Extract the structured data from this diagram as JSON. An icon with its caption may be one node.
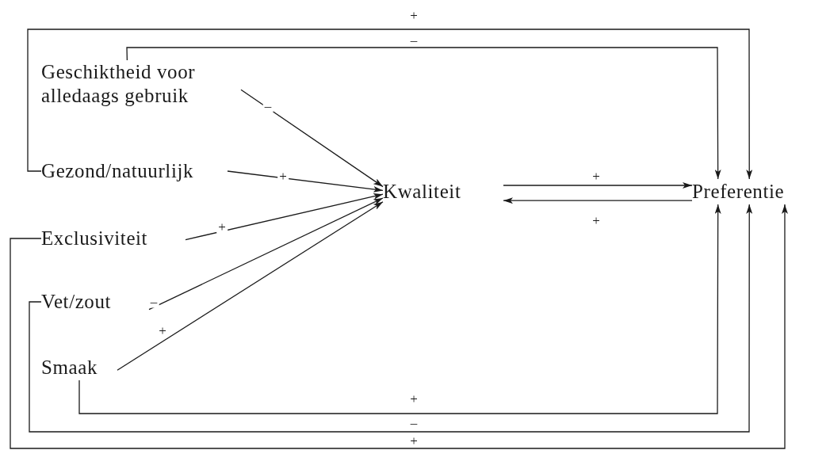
{
  "diagram": {
    "nodes": [
      {
        "text": [
          "Geschiktheid voor alledaags gebruik"
        ]
      },
      {
        "text": [
          "Gezond/natuurlijk"
        ]
      },
      {
        "text": [
          "Exclusiviteit"
        ]
      },
      {
        "text": [
          "Vet/zout"
        ]
      },
      {
        "text": [
          "Smaak"
        ]
      },
      {
        "text": [
          "Kwaliteit"
        ]
      },
      {
        "text": [
          "Preferentie"
        ]
      }
    ],
    "edges": [
      {
        "from": 0,
        "to": 5,
        "arrow": "to",
        "label": "–"
      },
      {
        "from": 1,
        "to": 5,
        "arrow": "to",
        "label": "+"
      },
      {
        "from": 2,
        "to": 5,
        "arrow": "to",
        "label": "+"
      },
      {
        "from": 3,
        "to": 5,
        "arrow": "to",
        "label": "–"
      },
      {
        "from": 4,
        "to": 5,
        "arrow": "to",
        "label": "+"
      },
      {
        "from": 5,
        "to": 6,
        "arrow": "to",
        "label": "+"
      },
      {
        "from": 6,
        "to": 5,
        "arrow": "to",
        "label": "+"
      },
      {
        "from": 0,
        "to": 6,
        "arrow": "to",
        "label": "–"
      },
      {
        "from": 1,
        "to": 6,
        "arrow": "to",
        "label": "+"
      },
      {
        "from": 4,
        "to": 6,
        "arrow": "to",
        "label": "+"
      },
      {
        "from": 3,
        "to": 6,
        "arrow": "to",
        "label": "–"
      },
      {
        "from": 2,
        "to": 6,
        "arrow": "to",
        "label": "+"
      }
    ]
  }
}
